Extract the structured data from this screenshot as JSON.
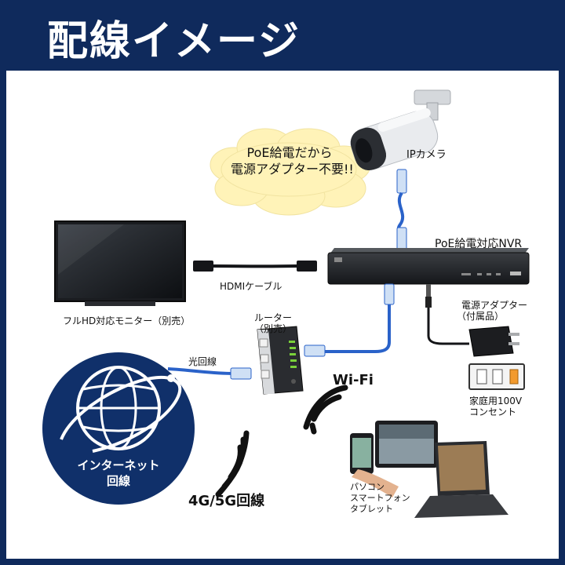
{
  "title": "配線イメージ",
  "bubble": {
    "line1": "PoE給電だから",
    "line2": "電源アダプター不要!!"
  },
  "labels": {
    "ip_camera": "IPカメラ",
    "nvr": "PoE給電対応NVR",
    "hdmi_cable": "HDMIケーブル",
    "monitor": "フルHD対応モニター（別売）",
    "router_line1": "ルーター",
    "router_line2": "（別売）",
    "optical_line": "光回線",
    "power_adapter_line1": "電源アダプター",
    "power_adapter_line2": "（付属品）",
    "outlet_line1": "家庭用100V",
    "outlet_line2": "コンセント",
    "wifi": "Wi-Fi",
    "internet_line1": "インターネット",
    "internet_line2": "回線",
    "mobile": "4G/5G回線",
    "device_line1": "パソコン",
    "device_line2": "スマートフォン",
    "device_line3": "タブレット"
  },
  "colors": {
    "header_bg": "#0f2a5c",
    "bubble_fill": "#fff3b8",
    "cable_blue": "#2a62c9",
    "globe_bg": "#10306a"
  },
  "icons": [
    "ip-camera-icon",
    "nvr-icon",
    "monitor-icon",
    "router-icon",
    "globe-icon",
    "power-adapter-icon",
    "outlet-icon",
    "wifi-icon",
    "signal-icon",
    "devices-icon"
  ]
}
